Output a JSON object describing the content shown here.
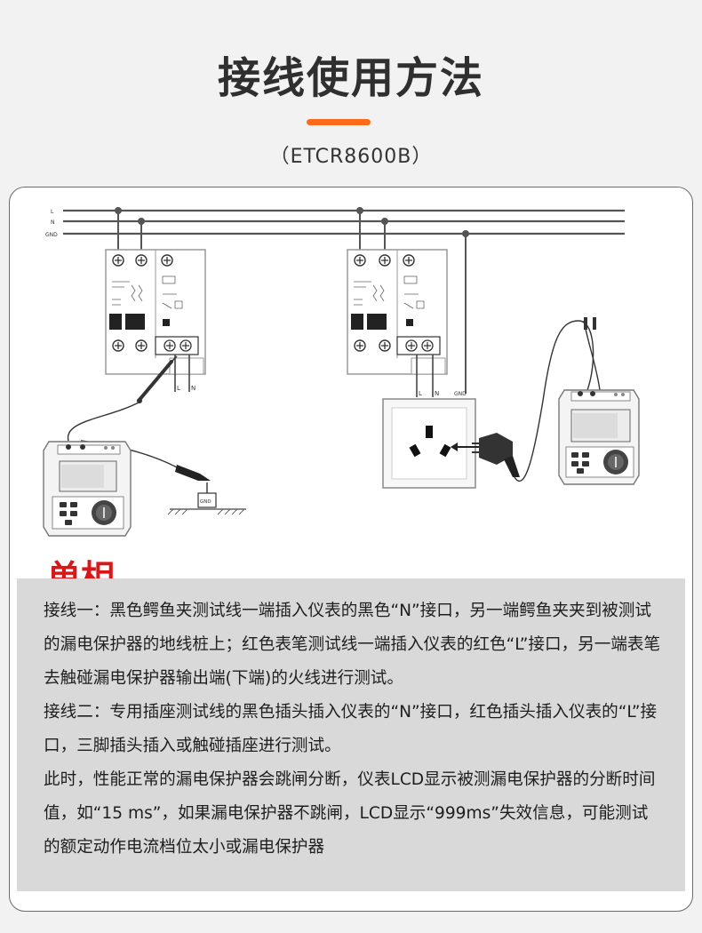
{
  "header": {
    "title": "接线使用方法",
    "model": "（ETCR8600B）"
  },
  "colors": {
    "accent": "#ff6a1a",
    "label_red": "#d81818",
    "text_box_bg": "#d9d9d9"
  },
  "diagram": {
    "bus_labels": [
      "L",
      "N",
      "GND"
    ],
    "left_output_labels": [
      "L",
      "N"
    ],
    "socket_labels": [
      "L",
      "N",
      "GND"
    ],
    "ground_label": "GND"
  },
  "section_label": "单相",
  "paragraphs": [
    "接线一：黑色鳄鱼夹测试线一端插入仪表的黑色“N”接口，另一端鳄鱼夹夹到被测试的漏电保护器的地线桩上；红色表笔测试线一端插入仪表的红色“L”接口，另一端表笔去触碰漏电保护器输出端(下端)的火线进行测试。",
    "接线二：专用插座测试线的黑色插头插入仪表的“N”接口，红色插头插入仪表的“L”接口，三脚插头插入或触碰插座进行测试。",
    "此时，性能正常的漏电保护器会跳闸分断，仪表LCD显示被测漏电保护器的分断时间值，如“15 ms”，如果漏电保护器不跳闸，LCD显示“999ms”失效信息，可能测试的额定动作电流档位太小或漏电保护器"
  ]
}
